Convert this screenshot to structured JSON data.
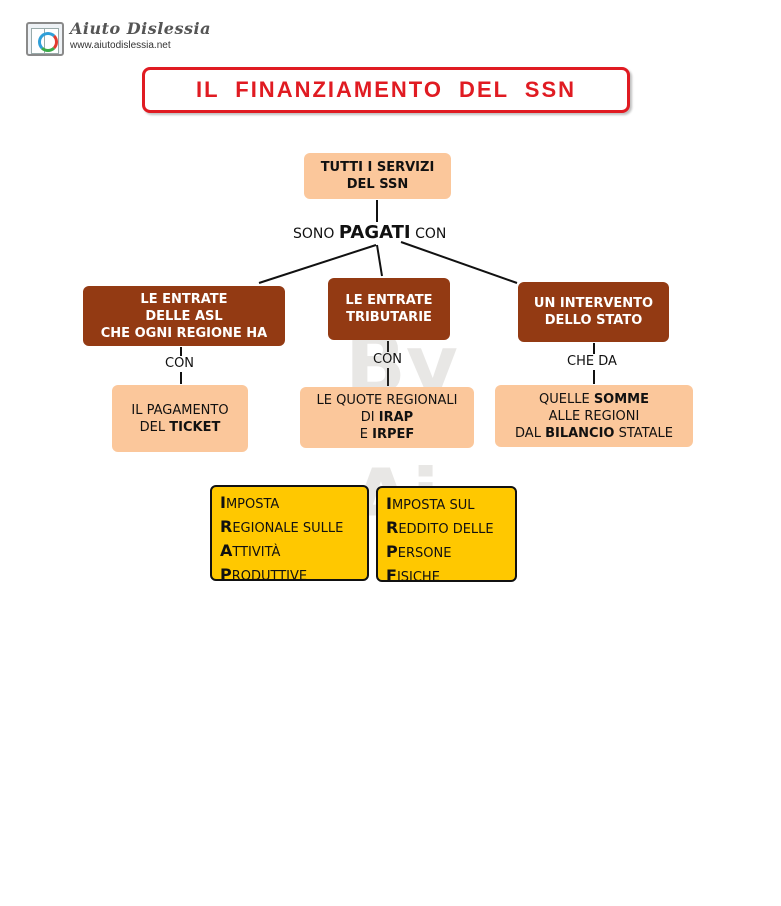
{
  "header": {
    "logo_title": "Aiuto Dislessia",
    "logo_url": "www.aiutodislessia.net"
  },
  "title": "IL  FINANZIAMENTO  DEL  SSN",
  "root": {
    "line1": "TUTTI I SERVIZI",
    "line2": "DEL SSN"
  },
  "connector": {
    "pre": "SONO ",
    "emph": "PAGATI",
    "post": " CON"
  },
  "branches": [
    {
      "lines": [
        "LE ENTRATE",
        "DELLE ASL",
        "CHE OGNI REGIONE HA"
      ],
      "link": "CON",
      "leaf": {
        "l1": "IL PAGAMENTO",
        "l2_pre": "DEL ",
        "l2_b": "TICKET"
      }
    },
    {
      "lines": [
        "LE ENTRATE",
        "TRIBUTARIE"
      ],
      "link": "CON",
      "leaf": {
        "l1": "LE QUOTE REGIONALI",
        "l2_pre": "DI ",
        "l2_b": "IRAP",
        "l3_pre": "E ",
        "l3_b": "IRPEF"
      }
    },
    {
      "lines": [
        "UN INTERVENTO",
        "DELLO STATO"
      ],
      "link": "CHE DA",
      "leaf": {
        "l1_pre": "QUELLE ",
        "l1_b": "SOMME",
        "l2": "ALLE REGIONI",
        "l3_pre": "DAL ",
        "l3_b": "BILANCIO",
        "l3_post": " STATALE"
      }
    }
  ],
  "acronyms": [
    {
      "rows": [
        {
          "cap": "I",
          "rest": "MPOSTA"
        },
        {
          "cap": "R",
          "rest": "EGIONALE SULLE"
        },
        {
          "cap": "A",
          "rest": "TTIVITÀ"
        },
        {
          "cap": "P",
          "rest": "RODUTTIVE"
        }
      ]
    },
    {
      "rows": [
        {
          "cap": "I",
          "rest": "MPOSTA SUL"
        },
        {
          "cap": "R",
          "rest": "EDDITO DELLE"
        },
        {
          "cap": "P",
          "rest": "ERSONE"
        },
        {
          "cap": "F",
          "rest": "ISICHE"
        }
      ]
    }
  ],
  "watermark": {
    "l1": "By",
    "l2": "Ai"
  },
  "colors": {
    "title_red": "#e01b22",
    "brown": "#933a13",
    "peach": "#fbc79b",
    "yellow": "#ffc800"
  }
}
